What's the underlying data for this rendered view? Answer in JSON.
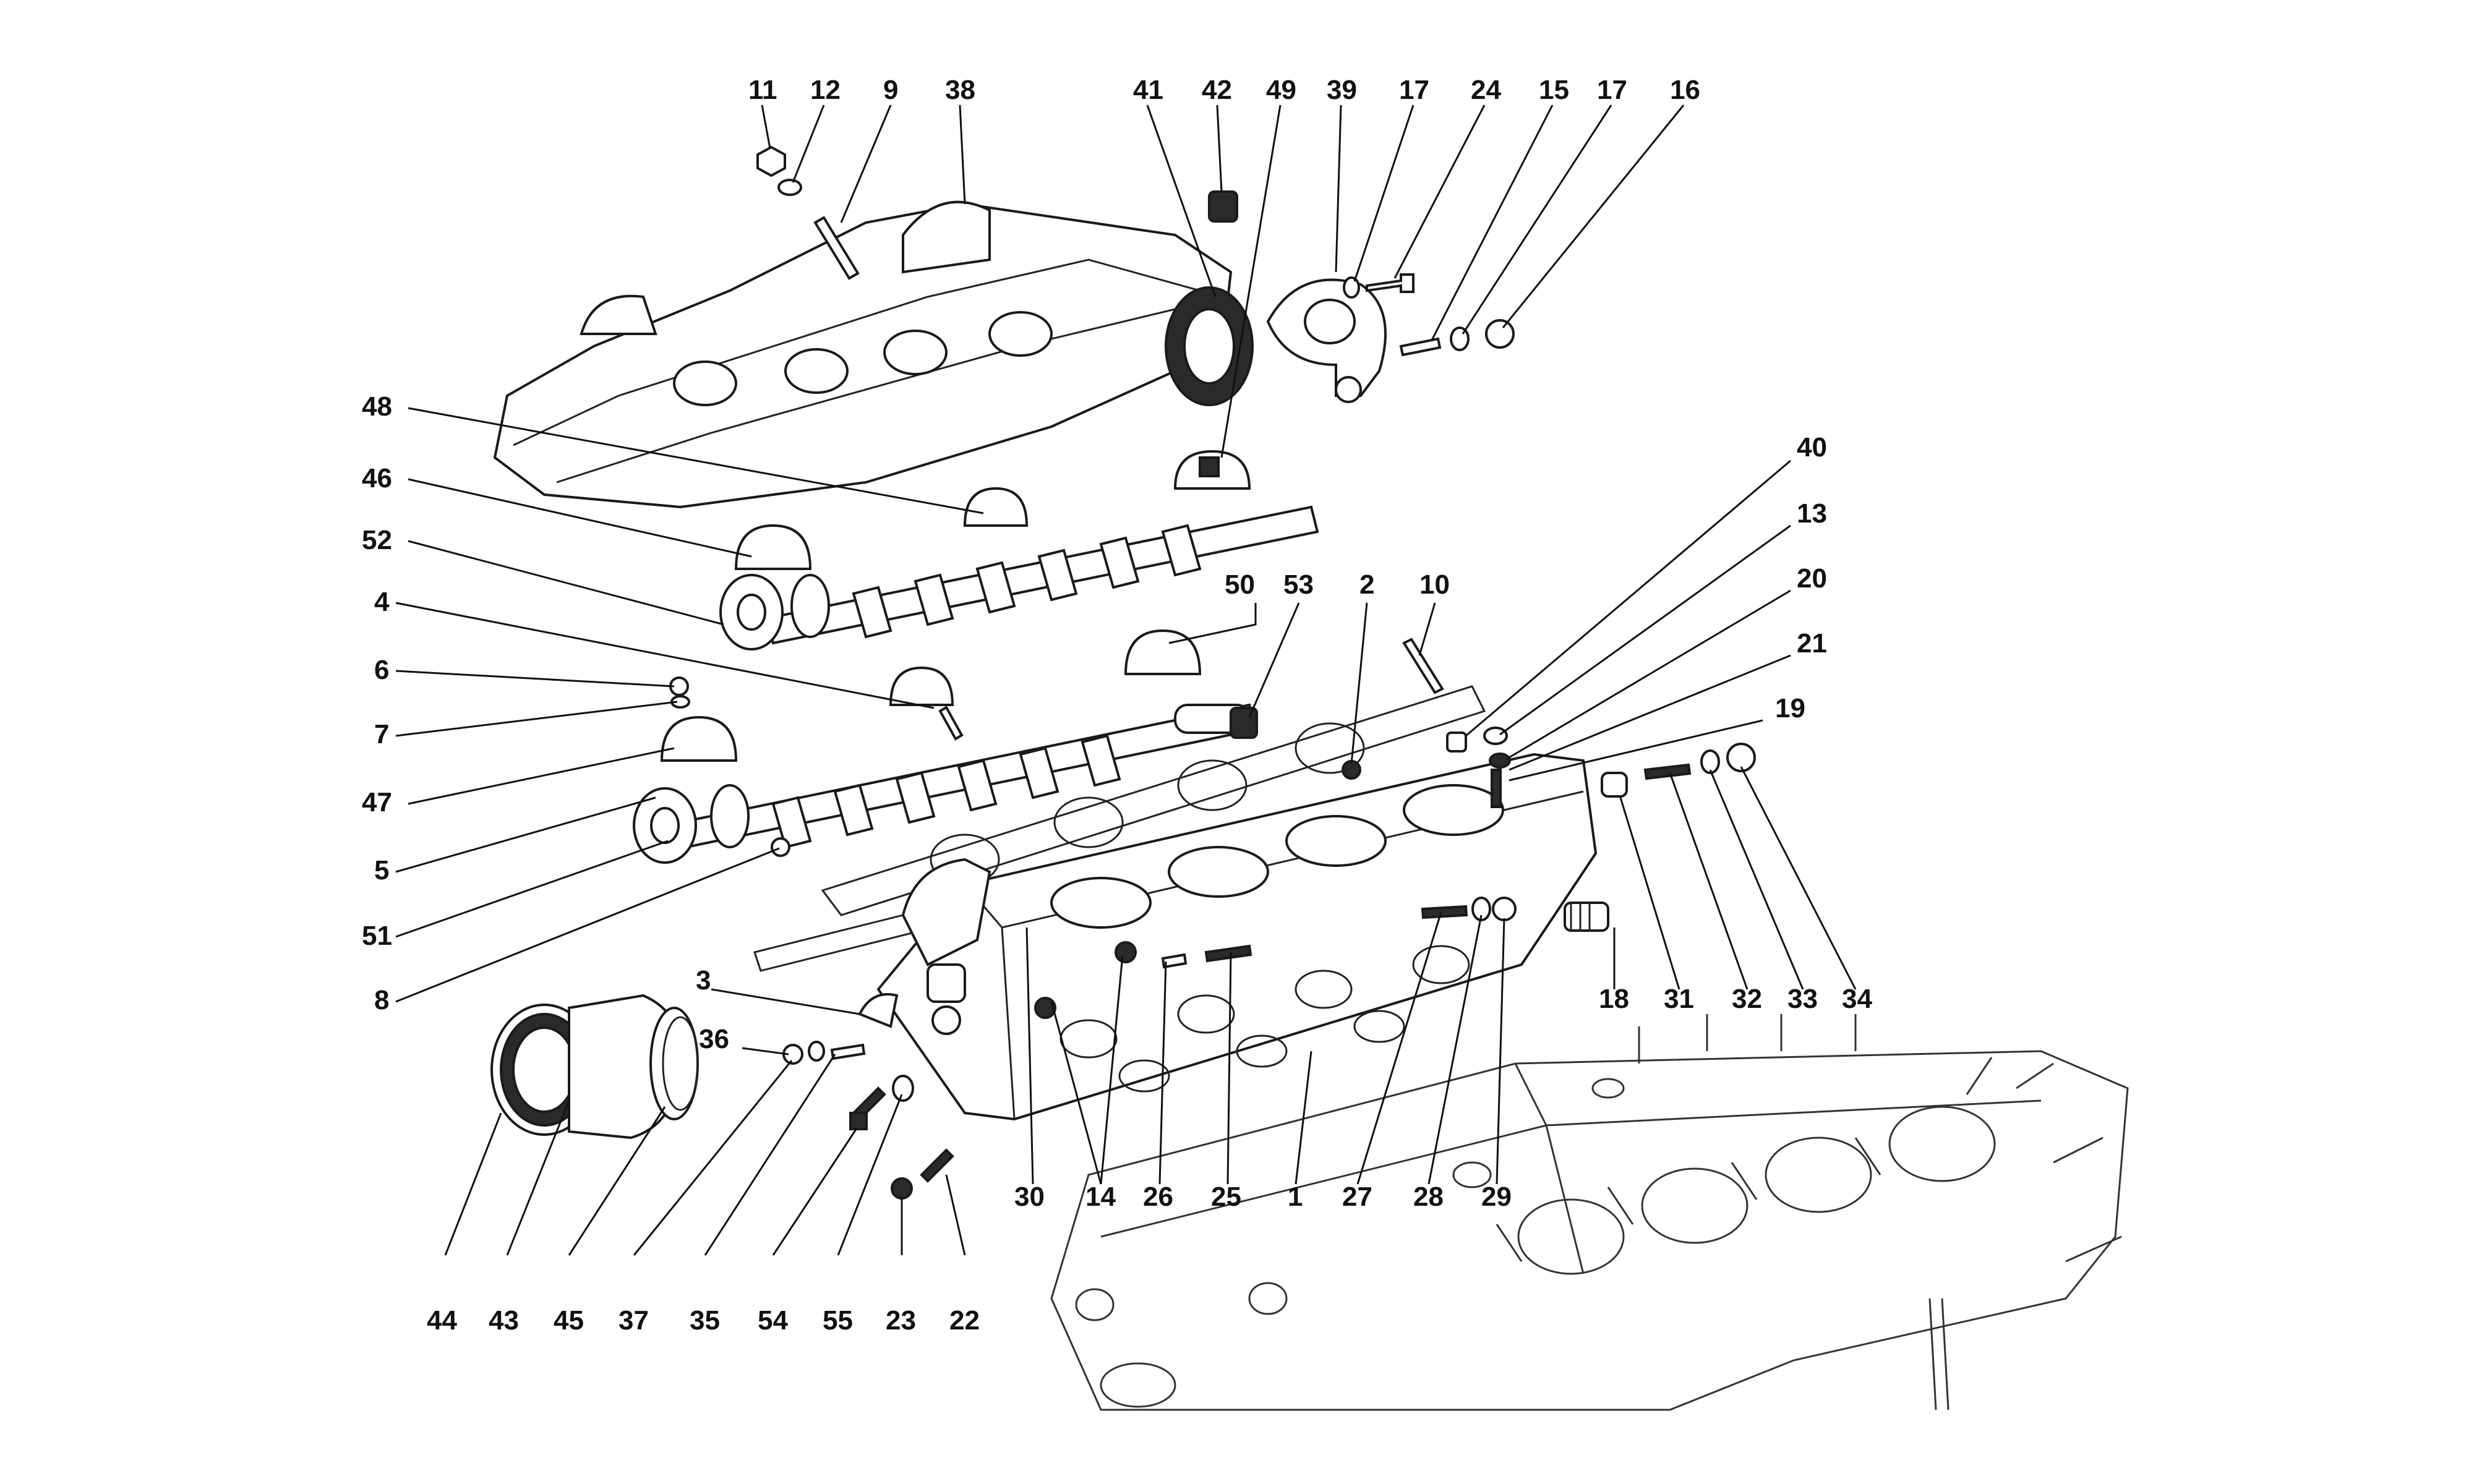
{
  "diagram": {
    "callouts": [
      {
        "id": "c11",
        "label": "11"
      },
      {
        "id": "c12",
        "label": "12"
      },
      {
        "id": "c9",
        "label": "9"
      },
      {
        "id": "c38",
        "label": "38"
      },
      {
        "id": "c41",
        "label": "41"
      },
      {
        "id": "c42",
        "label": "42"
      },
      {
        "id": "c49",
        "label": "49"
      },
      {
        "id": "c39",
        "label": "39"
      },
      {
        "id": "c17a",
        "label": "17"
      },
      {
        "id": "c24",
        "label": "24"
      },
      {
        "id": "c15",
        "label": "15"
      },
      {
        "id": "c17b",
        "label": "17"
      },
      {
        "id": "c16",
        "label": "16"
      },
      {
        "id": "c48",
        "label": "48"
      },
      {
        "id": "c46",
        "label": "46"
      },
      {
        "id": "c52",
        "label": "52"
      },
      {
        "id": "c4",
        "label": "4"
      },
      {
        "id": "c6",
        "label": "6"
      },
      {
        "id": "c7",
        "label": "7"
      },
      {
        "id": "c47",
        "label": "47"
      },
      {
        "id": "c5",
        "label": "5"
      },
      {
        "id": "c51",
        "label": "51"
      },
      {
        "id": "c8",
        "label": "8"
      },
      {
        "id": "c50",
        "label": "50"
      },
      {
        "id": "c53",
        "label": "53"
      },
      {
        "id": "c2",
        "label": "2"
      },
      {
        "id": "c10",
        "label": "10"
      },
      {
        "id": "c40",
        "label": "40"
      },
      {
        "id": "c13",
        "label": "13"
      },
      {
        "id": "c20",
        "label": "20"
      },
      {
        "id": "c21",
        "label": "21"
      },
      {
        "id": "c19",
        "label": "19"
      },
      {
        "id": "c3",
        "label": "3"
      },
      {
        "id": "c36",
        "label": "36"
      },
      {
        "id": "c18",
        "label": "18"
      },
      {
        "id": "c31",
        "label": "31"
      },
      {
        "id": "c32",
        "label": "32"
      },
      {
        "id": "c33",
        "label": "33"
      },
      {
        "id": "c34",
        "label": "34"
      },
      {
        "id": "c30",
        "label": "30"
      },
      {
        "id": "c14",
        "label": "14"
      },
      {
        "id": "c26",
        "label": "26"
      },
      {
        "id": "c25",
        "label": "25"
      },
      {
        "id": "c1",
        "label": "1"
      },
      {
        "id": "c27",
        "label": "27"
      },
      {
        "id": "c28",
        "label": "28"
      },
      {
        "id": "c29",
        "label": "29"
      },
      {
        "id": "c44",
        "label": "44"
      },
      {
        "id": "c43",
        "label": "43"
      },
      {
        "id": "c45",
        "label": "45"
      },
      {
        "id": "c37",
        "label": "37"
      },
      {
        "id": "c35",
        "label": "35"
      },
      {
        "id": "c54",
        "label": "54"
      },
      {
        "id": "c55",
        "label": "55"
      },
      {
        "id": "c23",
        "label": "23"
      },
      {
        "id": "c22",
        "label": "22"
      }
    ]
  },
  "colors": {
    "ink": "#111111",
    "background": "#ffffff"
  }
}
